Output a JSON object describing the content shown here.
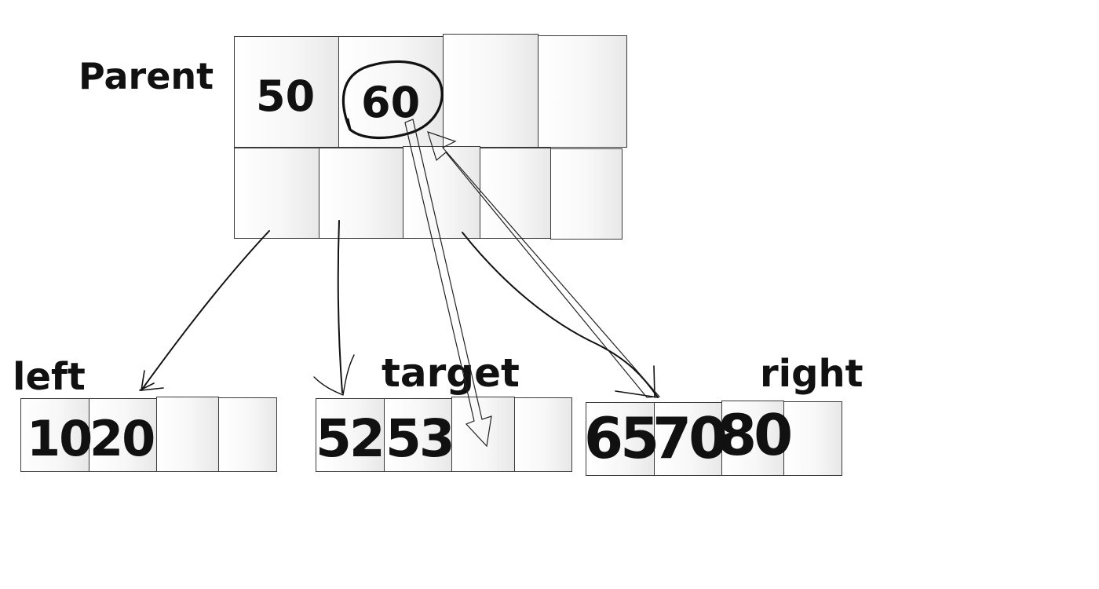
{
  "labels": {
    "parent": "Parent",
    "left": "left",
    "target": "target",
    "right": "right"
  },
  "parent_node": {
    "keys": [
      "50",
      "60",
      "",
      ""
    ],
    "highlighted_key": "60"
  },
  "left_node": {
    "keys": [
      "10",
      "20",
      "",
      ""
    ]
  },
  "target_node": {
    "keys": [
      "52",
      "53",
      "",
      ""
    ]
  },
  "right_node": {
    "keys": [
      "65",
      "70",
      "80",
      ""
    ]
  },
  "colors": {
    "ink": "#111111",
    "cell_border": "#3a3a3a"
  }
}
